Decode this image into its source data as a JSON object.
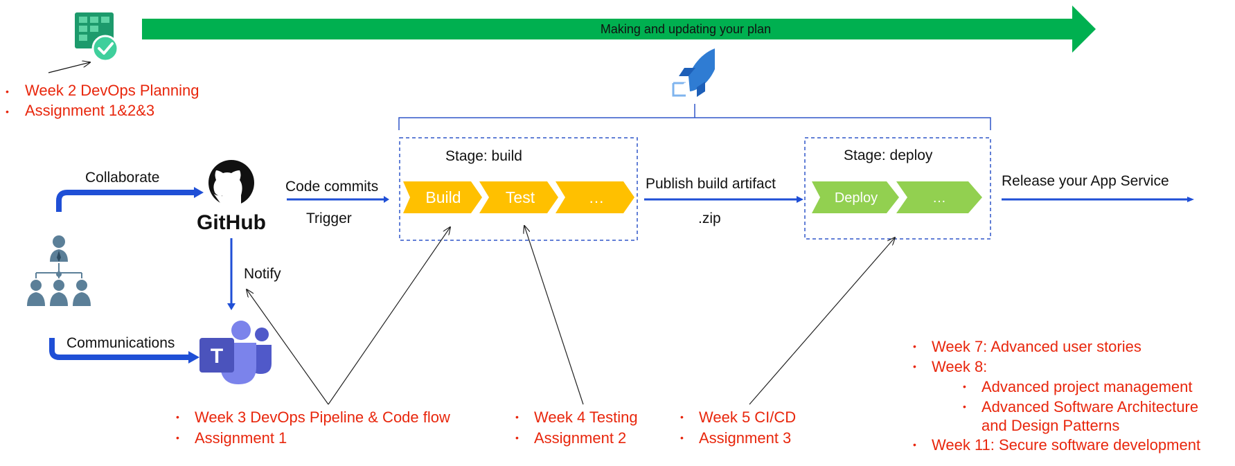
{
  "banner": {
    "text": "Making and updating your plan",
    "color": "#00b050"
  },
  "planning_notes": [
    "Week 2 DevOps Planning",
    "Assignment 1&2&3"
  ],
  "left_flow": {
    "collaborate": "Collaborate",
    "communications": "Communications",
    "notify": "Notify",
    "github_label": "GitHub"
  },
  "code_flow": {
    "commits": "Code commits",
    "trigger": "Trigger"
  },
  "build_stage": {
    "title": "Stage: build",
    "steps": [
      "Build",
      "Test",
      "…"
    ],
    "color": "#ffc000"
  },
  "publish": {
    "label": "Publish build artifact",
    "artifact": ".zip"
  },
  "deploy_stage": {
    "title": "Stage: deploy",
    "steps": [
      "Deploy",
      "…"
    ],
    "color": "#92d050"
  },
  "release": {
    "label": "Release your App Service"
  },
  "bottom_notes": {
    "week3": [
      "Week 3 DevOps Pipeline & Code flow",
      "Assignment 1"
    ],
    "week4": [
      "Week 4 Testing",
      "Assignment 2"
    ],
    "week5": [
      "Week 5 CI/CD",
      "Assignment 3"
    ]
  },
  "right_notes": {
    "week7": "Week 7: Advanced user stories",
    "week8": "Week 8:",
    "week8_sub": [
      "Advanced project management",
      "Advanced Software Architecture",
      "and Design Patterns"
    ],
    "week11": "Week 11: Secure software development"
  },
  "colors": {
    "accent_red": "#e8260c",
    "arrow_blue": "#1f4fd6",
    "box_border": "#2f55c8"
  },
  "icons": [
    "boards-check-icon",
    "pipelines-rocket-icon",
    "github-octocat-icon",
    "org-chart-people-icon",
    "teams-icon"
  ]
}
